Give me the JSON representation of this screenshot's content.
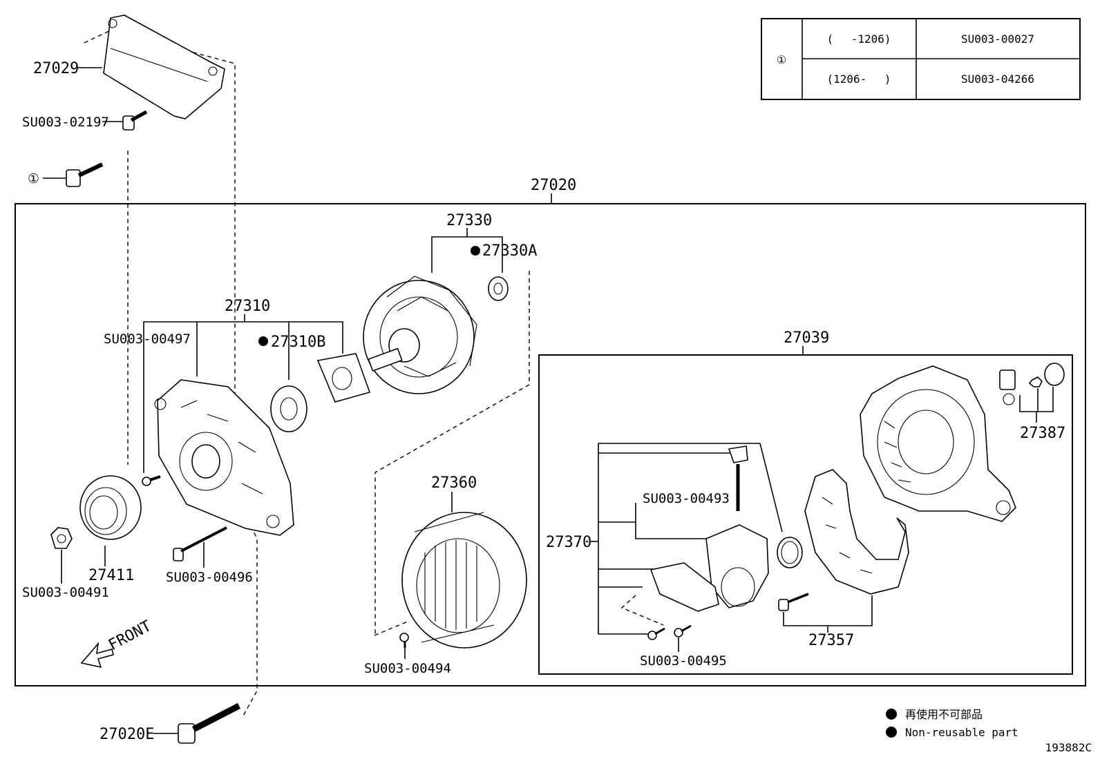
{
  "variant_table": {
    "marker": "①",
    "rows": [
      {
        "range": "(　 -1206)",
        "part": "SU003-00027"
      },
      {
        "range": "(1206-　 )",
        "part": "SU003-04266"
      }
    ]
  },
  "labels": {
    "p27029": "27029",
    "p02197": "SU003-02197",
    "p_marker_bolt": "①",
    "p27020": "27020",
    "p27330": "27330",
    "p27330A": "27330A",
    "p27310": "27310",
    "p00497": "SU003-00497",
    "p27310B": "27310B",
    "p27039": "27039",
    "p27387": "27387",
    "p27360": "27360",
    "p00493": "SU003-00493",
    "p27370": "27370",
    "p27411": "27411",
    "p00496": "SU003-00496",
    "p00491": "SU003-00491",
    "p00494": "SU003-00494",
    "p00495": "SU003-00495",
    "p27357": "27357",
    "p27020E": "27020E",
    "front": "FRONT"
  },
  "legend": {
    "line_jp": "再使用不可部品",
    "line_en": "Non-reusable part"
  },
  "figure_code": "193882C"
}
